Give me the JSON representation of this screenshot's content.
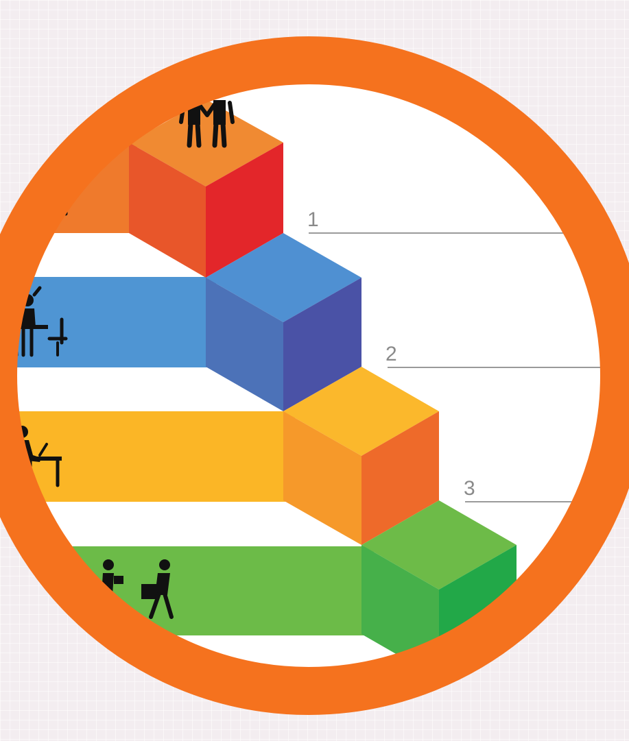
{
  "steps": [
    {
      "number": "1",
      "colors": {
        "band": "#ef7a2c",
        "top": "#f08a32",
        "left": "#e8562a",
        "right": "#e3262a"
      }
    },
    {
      "number": "2",
      "colors": {
        "band": "#4f95d3",
        "top": "#4f90d2",
        "left": "#4c72b8",
        "right": "#4a52a6"
      }
    },
    {
      "number": "3",
      "colors": {
        "band": "#fbb626",
        "top": "#fbb82c",
        "left": "#f6992a",
        "right": "#ee6a2a"
      }
    },
    {
      "number": "",
      "colors": {
        "band": "#6cbb48",
        "top": "#6dbb48",
        "left": "#46b04a",
        "right": "#22a848"
      }
    }
  ],
  "ring": {
    "color": "#f5721e"
  },
  "icons": [
    "handshake-icon",
    "meeting-at-table-icon",
    "worker-at-desk-icon",
    "person-at-laptop-icon",
    "office-workers-walking-icon"
  ]
}
